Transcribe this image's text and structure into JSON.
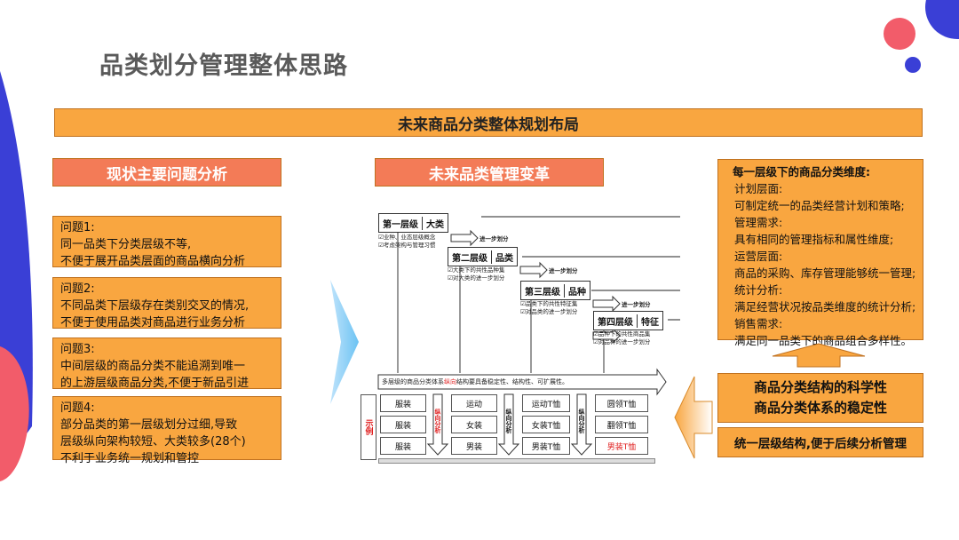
{
  "title": "品类划分管理整体思路",
  "banner": "未来商品分类整体规划布局",
  "left_header": "现状主要问题分析",
  "center_header": "未来品类管理变革",
  "problems": [
    {
      "label": "问题1:",
      "lines": [
        "同一品类下分类层级不等,",
        "不便于展开品类层面的商品横向分析"
      ]
    },
    {
      "label": "问题2:",
      "lines": [
        "不同品类下层级存在类别交叉的情况,",
        "不便于使用品类对商品进行业务分析"
      ]
    },
    {
      "label": "问题3:",
      "lines": [
        "中间层级的商品分类不能追溯到唯一",
        "的上游层级商品分类,不便于新品引进"
      ]
    },
    {
      "label": "问题4:",
      "lines": [
        "部分品类的第一层级划分过细,导致",
        "层级纵向架构较短、大类较多(28个)",
        "不利于业务统一规划和管控"
      ]
    }
  ],
  "dimensions": {
    "heading": "每一层级下的商品分类维度:",
    "items": [
      {
        "label": "计划层面:",
        "text": "可制定统一的品类经营计划和策略;"
      },
      {
        "label": "管理需求:",
        "text": "具有相同的管理指标和属性维度;"
      },
      {
        "label": "运营层面:",
        "text": "商品的采购、库存管理能够统一管理;"
      },
      {
        "label": "统计分析:",
        "text": "满足经营状况按品类维度的统计分析;"
      },
      {
        "label": "销售需求:",
        "text": "满足同一品类下的商品组合多样性。"
      }
    ]
  },
  "science_box": [
    "商品分类结构的科学性",
    "商品分类体系的稳定性"
  ],
  "unify_box": "统一层级结构,便于后续分析管理",
  "diagram": {
    "levels": [
      {
        "name": "第一层级",
        "tag": "大类",
        "notes": [
          "☑业种、业态层级概念",
          "☑考虑架构与管理习惯"
        ]
      },
      {
        "name": "第二层级",
        "tag": "品类",
        "notes": [
          "☑大类下的共性品种集",
          "☑对大类的进一步划分"
        ]
      },
      {
        "name": "第三层级",
        "tag": "品种",
        "notes": [
          "☑品类下的共性特征集",
          "☑对品类的进一步划分"
        ]
      },
      {
        "name": "第四层级",
        "tag": "特征",
        "notes": [
          "☑品种下的共性商品集",
          "☑对品种的进一步划分"
        ]
      }
    ],
    "next_label": "进一步划分",
    "bottom_arrow_pre": "多层级的商品分类体系",
    "bottom_arrow_red": "纵向",
    "bottom_arrow_post": "结构要具备稳定性、结构性、可扩展性。",
    "example_label": "示例",
    "vertical_label": "纵向分析",
    "grid": [
      [
        "服装",
        "运动",
        "运动T恤",
        "圆领T恤"
      ],
      [
        "服装",
        "女装",
        "女装T恤",
        "翻领T恤"
      ],
      [
        "服装",
        "男装",
        "男装T恤",
        "男装T恤"
      ]
    ]
  },
  "colors": {
    "orange": "#f9a640",
    "coral": "#f37b57",
    "blue": "#3a3fd6",
    "pink": "#f25c6a"
  }
}
